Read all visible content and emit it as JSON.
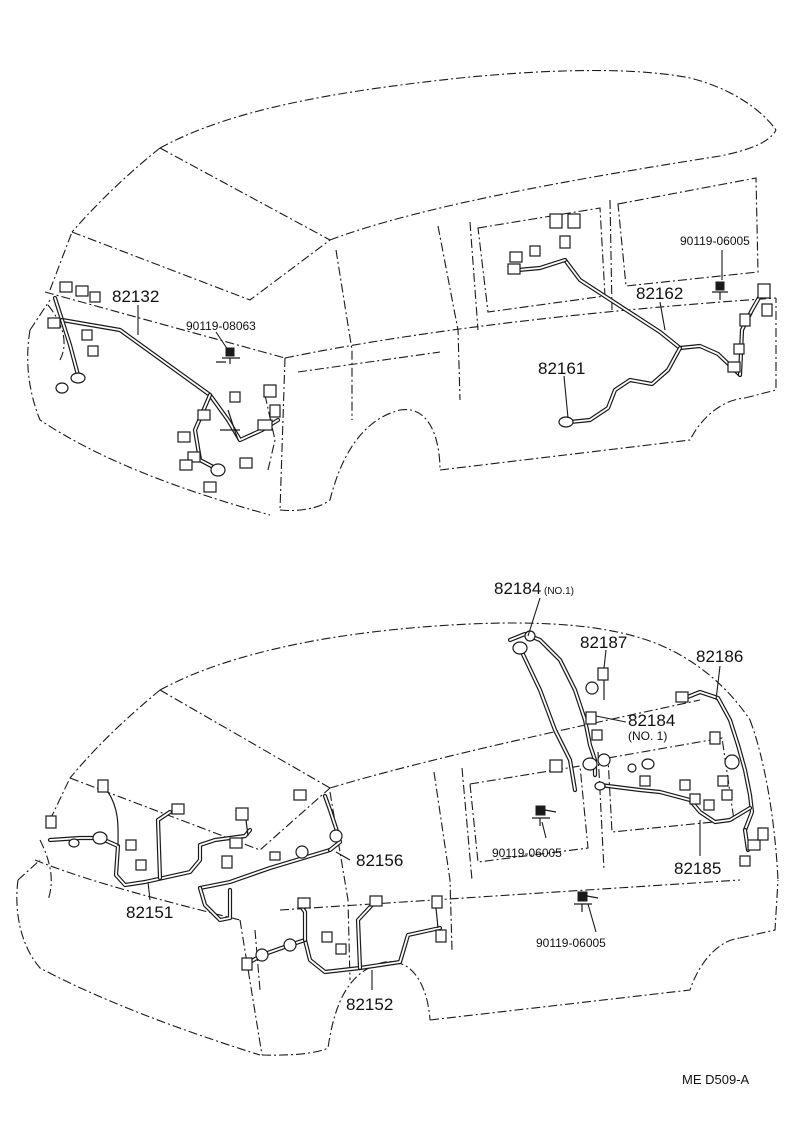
{
  "labels": {
    "p82132": "82132",
    "p90119_08063": "90119-08063",
    "p90119_06005_a": "90119-06005",
    "p82162": "82162",
    "p82161": "82161",
    "p82184_top": "82184",
    "p82184_top_note": "(NO.1)",
    "p82187": "82187",
    "p82186": "82186",
    "p82184_mid": "82184",
    "p82184_mid_note": "(NO. 1)",
    "p90119_06005_b": "90119-06005",
    "p82156": "82156",
    "p82151": "82151",
    "p82185": "82185",
    "p90119_06005_c": "90119-06005",
    "p82152": "82152"
  },
  "footer": {
    "code": "ME  D509-A"
  }
}
